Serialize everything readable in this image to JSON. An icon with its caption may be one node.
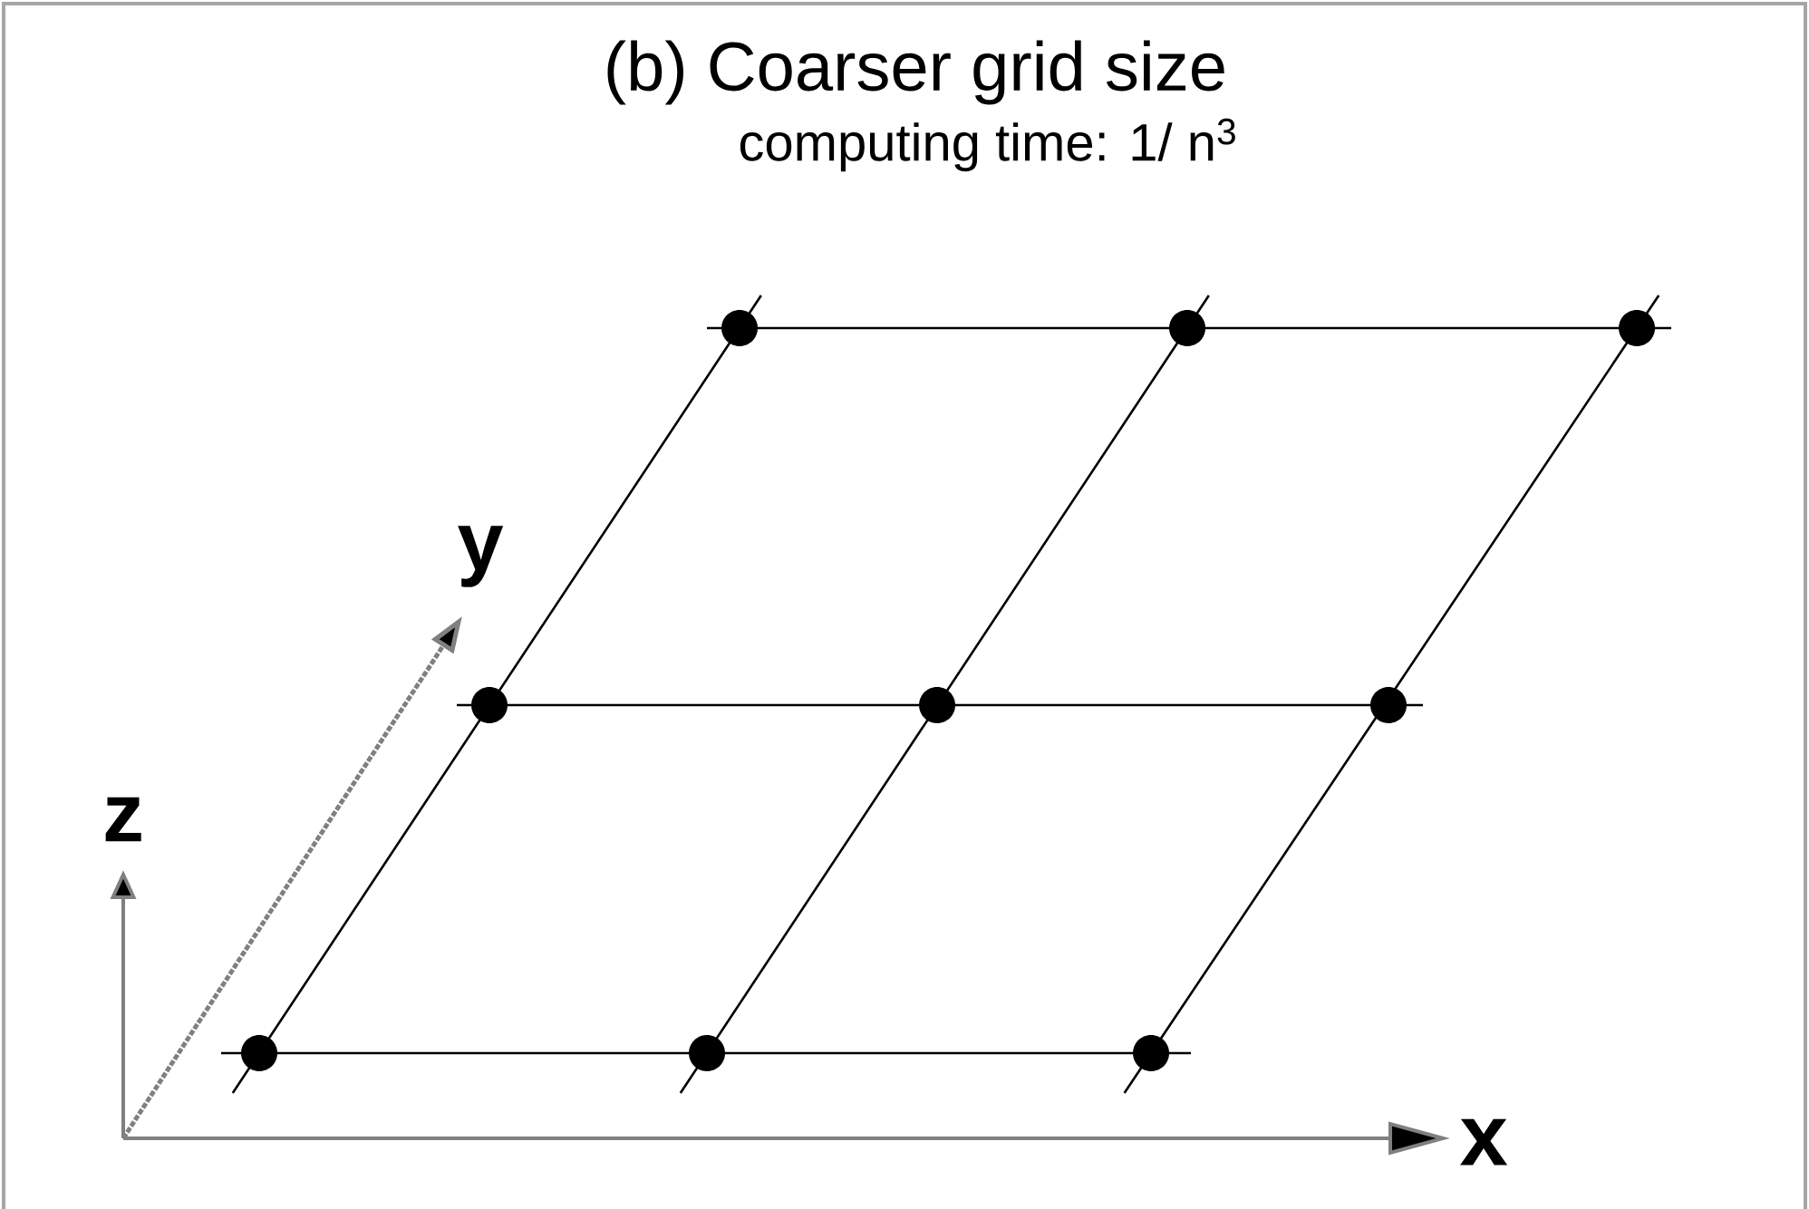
{
  "diagram": {
    "title": "(b)   Coarser grid size",
    "labels": [
      "computing time: 1/ n$^{3}$",
      "y",
      "z",
      "x"
    ]
  }
}
